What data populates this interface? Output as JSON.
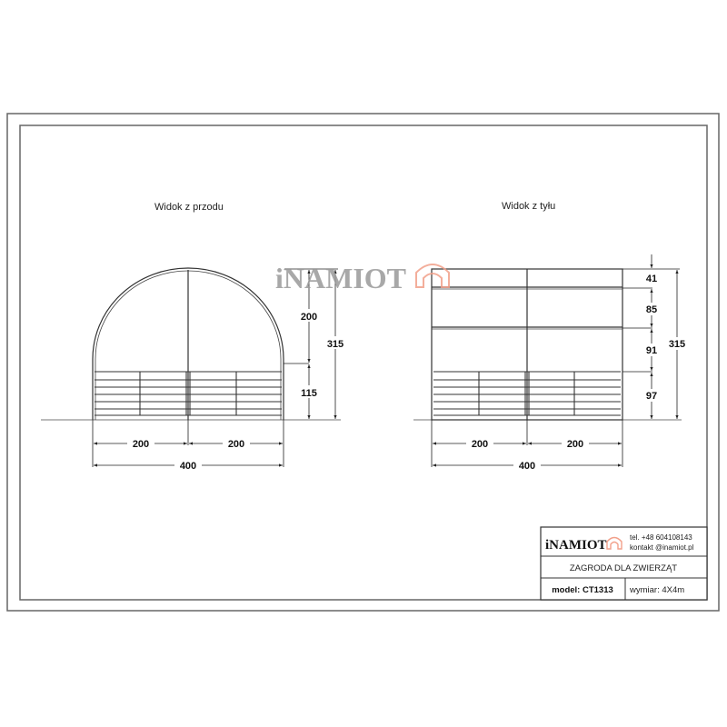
{
  "views": {
    "front": {
      "title": "Widok z przodu"
    },
    "back": {
      "title": "Widok z tyłu"
    }
  },
  "watermark": {
    "text": "iNAMIOT",
    "text_color": "#9a9a9a",
    "icon": "tent-house-icon",
    "icon_color": "#f2a08a"
  },
  "front_dimensions": {
    "width_left": "200",
    "width_right": "200",
    "width_total": "400",
    "height_upper": "200",
    "height_lower": "115",
    "height_total": "315"
  },
  "back_dimensions": {
    "width_left": "200",
    "width_right": "200",
    "width_total": "400",
    "segment_1": "41",
    "segment_2": "85",
    "segment_3": "91",
    "segment_4": "97",
    "height_total": "315"
  },
  "title_block": {
    "brand": "iNAMIOT",
    "brand_icon": "tent-house-icon",
    "phone": "tel. +48 604108143",
    "email": "kontakt @inamiot.pl",
    "product_name": "ZAGRODA DLA ZWIERZĄT",
    "model": "model: CT1313",
    "size": "wymiar: 4X4m"
  }
}
